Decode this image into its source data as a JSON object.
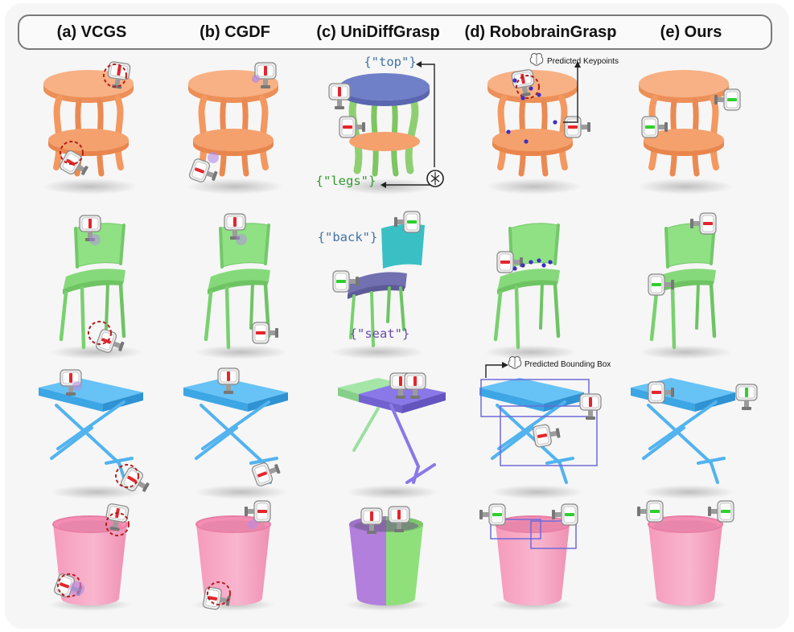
{
  "headers": [
    "(a) VCGS",
    "(b) CGDF",
    "(c) UniDiffGrasp",
    "(d) RobobrainGrasp",
    "(e) Ours"
  ],
  "part_labels": {
    "top": "{\"top\"}",
    "legs": "{\"legs\"}",
    "back": "{\"back\"}",
    "seat": "{\"seat\"}"
  },
  "annotations": {
    "keypoints": "Predicted Keypoints",
    "bounding_box": "Predicted Bounding Box"
  },
  "colors": {
    "table": "#f7a070",
    "chair": "#85db7a",
    "desk": "#5cb8f0",
    "bucket": "#f7a8c4",
    "part_top": "#6878c8",
    "part_legs": "#8fcf72",
    "part_back": "#3ac0c4",
    "part_seat": "#6e6aa8",
    "part_desk_a": "#9be0a0",
    "part_desk_b": "#8a78e8",
    "part_bucket_a": "#b27fdc",
    "part_bucket_b": "#8fe07a",
    "failure_circle": "#b41e1e",
    "keypoint": "#3b2fc4",
    "bbox": "#6f6ad8",
    "label_blue": "#3f73a6",
    "label_green": "#2f9a2f",
    "label_purple": "#6a4caa"
  }
}
